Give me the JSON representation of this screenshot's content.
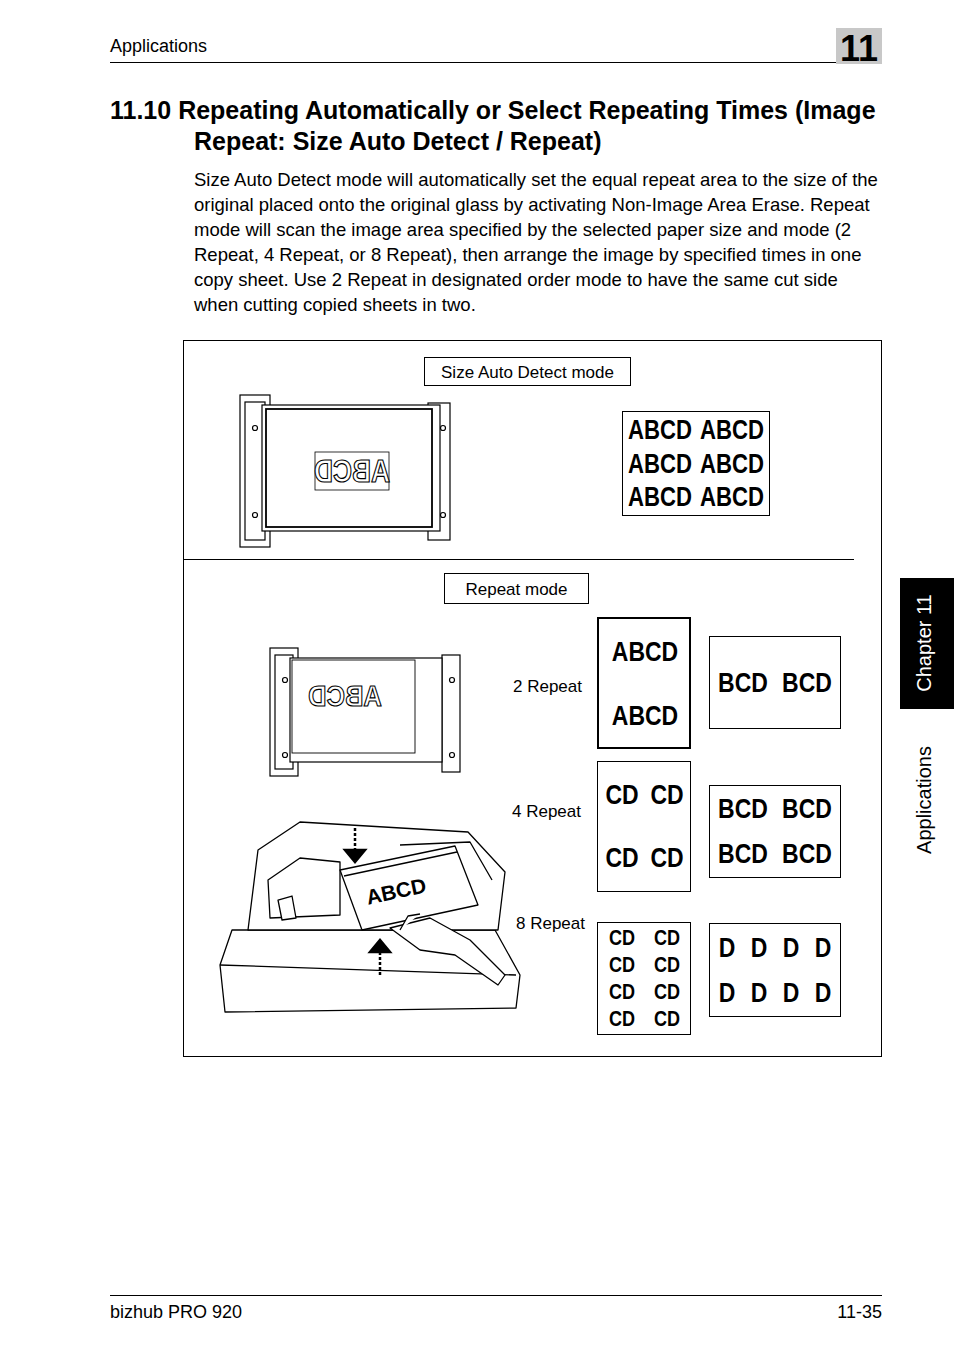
{
  "diagram": {
    "title": "11.10 Repeating Automatically or Select Repeating Times (Image Repeat: Size Auto Detect / Repeat)",
    "nodes": [
      {
        "text": [
          "Size Auto Detect mode"
        ]
      },
      {
        "text": [
          "ABCD",
          "ABCD",
          "ABCD",
          "ABCD",
          "ABCD",
          "ABCD"
        ]
      },
      {
        "text": [
          "Repeat mode"
        ]
      },
      {
        "text": [
          "ABCD",
          "ABCD"
        ]
      },
      {
        "text": [
          "BCD",
          "BCD"
        ]
      },
      {
        "text": [
          "CD",
          "CD",
          "CD",
          "CD"
        ]
      },
      {
        "text": [
          "BCD",
          "BCD",
          "BCD",
          "BCD"
        ]
      },
      {
        "text": [
          "CD",
          "CD",
          "CD",
          "CD",
          "CD",
          "CD",
          "CD",
          "CD"
        ]
      },
      {
        "text": [
          "D",
          "D",
          "D",
          "D",
          "D",
          "D",
          "D",
          "D"
        ]
      }
    ],
    "labels": [
      "Applications",
      "11",
      "Size Auto Detect mode will automatically set the equal repeat area to the size of the original placed onto the original glass by activating Non-Image Area Erase. Repeat mode will scan the image area specified by the selected paper size and mode (2 Repeat, 4 Repeat, or 8 Repeat), then arrange the image by specified times in one copy sheet. Use 2 Repeat in designated order mode to have the same cut side when cutting copied sheets in two.",
      "ABCD",
      "2 Repeat",
      "ABCD",
      "4 Repeat",
      "ABCD",
      "8 Repeat",
      "Chapter 11",
      "Applications",
      "bizhub PRO 920",
      "11-35"
    ]
  }
}
